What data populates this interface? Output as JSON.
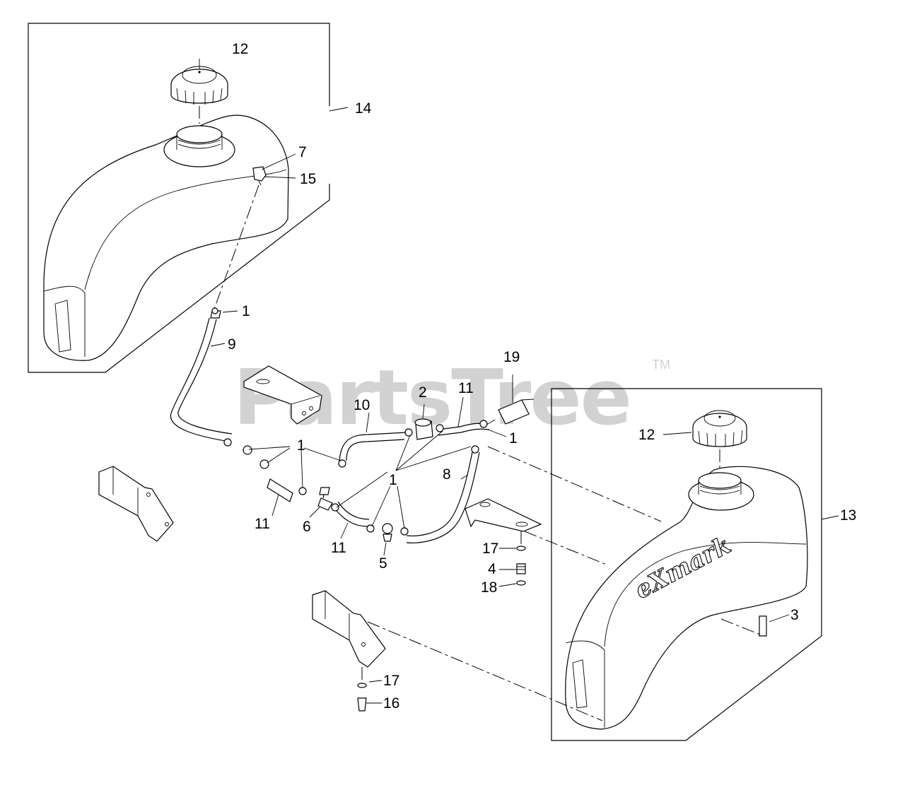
{
  "watermark": {
    "text": "PartsTree",
    "trademark": "TM"
  },
  "brand_logo": "eXmark",
  "callouts": [
    "12",
    "14",
    "7",
    "15",
    "1",
    "9",
    "19",
    "2",
    "11",
    "10",
    "1",
    "12",
    "1",
    "8",
    "13",
    "1",
    "11",
    "6",
    "11",
    "5",
    "17",
    "4",
    "18",
    "3",
    "17",
    "16"
  ]
}
